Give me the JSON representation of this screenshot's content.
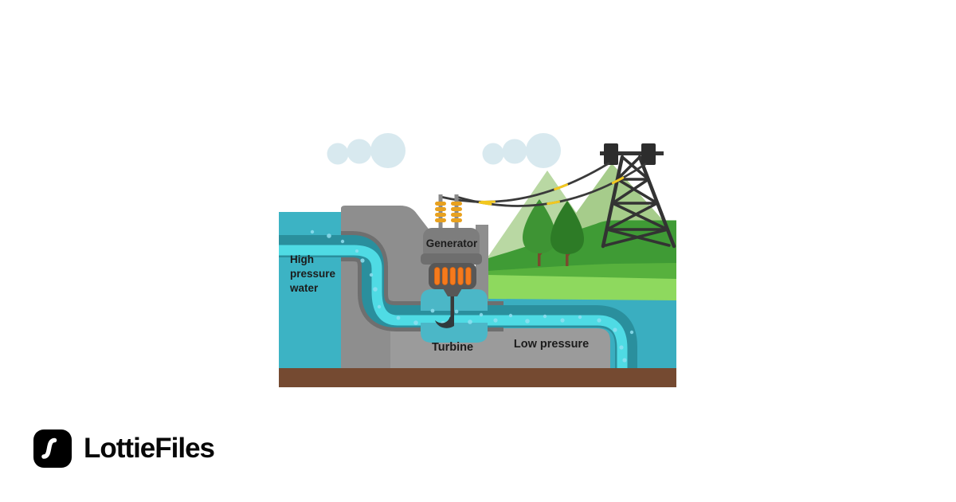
{
  "page": {
    "background_color": "#ffffff"
  },
  "brand": {
    "name": "LottieFiles",
    "mark_bg_color": "#000000",
    "mark_stroke_color": "#ffffff"
  },
  "illustration": {
    "labels": {
      "generator": "Generator",
      "turbine": "Turbine",
      "low_pressure": "Low pressure",
      "high_pressure_lines": [
        "High",
        "pressure",
        "water"
      ]
    },
    "colors": {
      "cloud": "#d8e9ef",
      "mountain_light": "#b9d8a3",
      "mountain": "#a6cc8b",
      "hill_dark": "#3f9b35",
      "hill_mid": "#57b13d",
      "hill_light": "#8ed95e",
      "tree_light": "#3e9434",
      "tree_dark": "#2d7b26",
      "trunk": "#7a4a2e",
      "tower": "#333333",
      "wire": "#3a3a3a",
      "wire_accent": "#f2c71f",
      "reservoir": "#3cb3c4",
      "tailwater": "#3aaec0",
      "pipe_wall": "#2a8f9d",
      "pipe_flow": "#4fdbe4",
      "pipe_casing": "#6f6f6f",
      "bubble": "#90dff0",
      "dam": "#8e8e8e",
      "dam_base": "#9b9b9b",
      "turbine_housing": "#4bb7c7",
      "generator_body": "#7d7d7d",
      "generator_lip": "#6e6e6e",
      "coil_box": "#575757",
      "coil": "#f57a1c",
      "insulator_post": "#8a8a8a",
      "insulator_ring": "#e8a11f",
      "ground": "#754a31",
      "label_text": "#1c1c1c"
    }
  }
}
